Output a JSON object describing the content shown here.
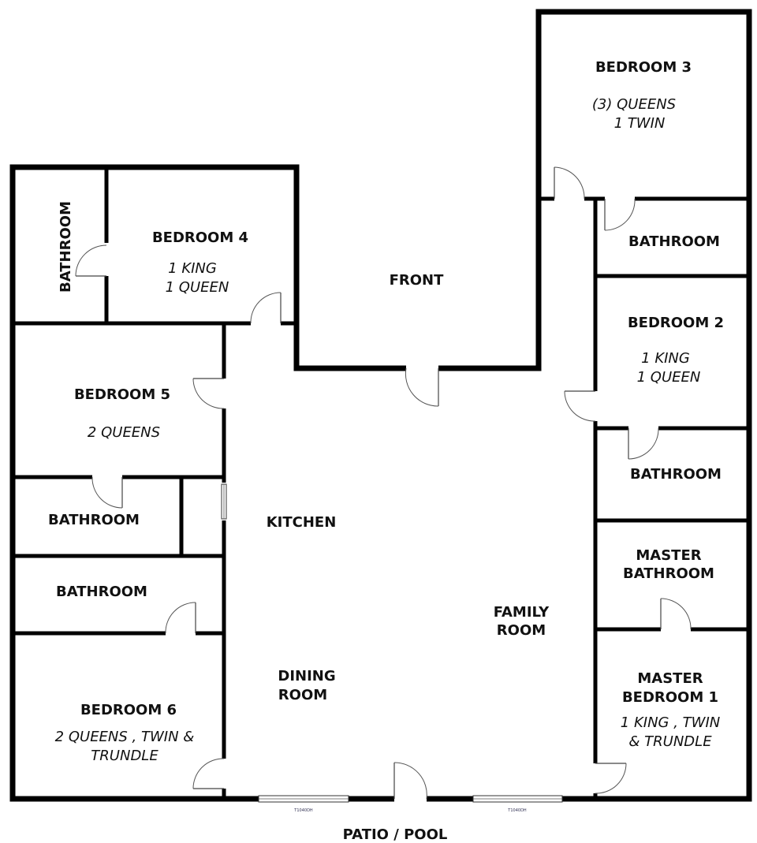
{
  "rooms": {
    "bedroom3": {
      "name": "BEDROOM 3",
      "beds_line1": "(3) QUEENS",
      "beds_line2": "1 TWIN"
    },
    "bedroom4": {
      "name": "BEDROOM 4",
      "beds_line1": "1 KING",
      "beds_line2": "1 QUEEN"
    },
    "bedroom2": {
      "name": "BEDROOM 2",
      "beds_line1": "1 KING",
      "beds_line2": "1 QUEEN"
    },
    "bedroom5": {
      "name": "BEDROOM 5",
      "beds_line1": "2 QUEENS"
    },
    "bedroom6": {
      "name": "BEDROOM 6",
      "beds_line1": "2 QUEENS , TWIN &",
      "beds_line2": "TRUNDLE"
    },
    "master_bedroom": {
      "name_line1": "MASTER",
      "name_line2": "BEDROOM 1",
      "beds_line1": "1 KING , TWIN",
      "beds_line2": "& TRUNDLE"
    },
    "master_bathroom": {
      "name_line1": "MASTER",
      "name_line2": "BATHROOM"
    },
    "bathroom_left_vertical": {
      "name": "BATHROOM"
    },
    "bathroom_right_top": {
      "name": "BATHROOM"
    },
    "bathroom_right_mid": {
      "name": "BATHROOM"
    },
    "bathroom_left_mid": {
      "name": "BATHROOM"
    },
    "bathroom_left_lower": {
      "name": "BATHROOM"
    },
    "front": {
      "name": "FRONT"
    },
    "kitchen": {
      "name": "KITCHEN"
    },
    "dining": {
      "name_line1": "DINING",
      "name_line2": "ROOM"
    },
    "family": {
      "name_line1": "FAMILY",
      "name_line2": "ROOM"
    }
  },
  "windows": {
    "left_tag": "T1040DH",
    "right_tag": "T1040DH"
  },
  "footer": {
    "label": "PATIO / POOL"
  }
}
